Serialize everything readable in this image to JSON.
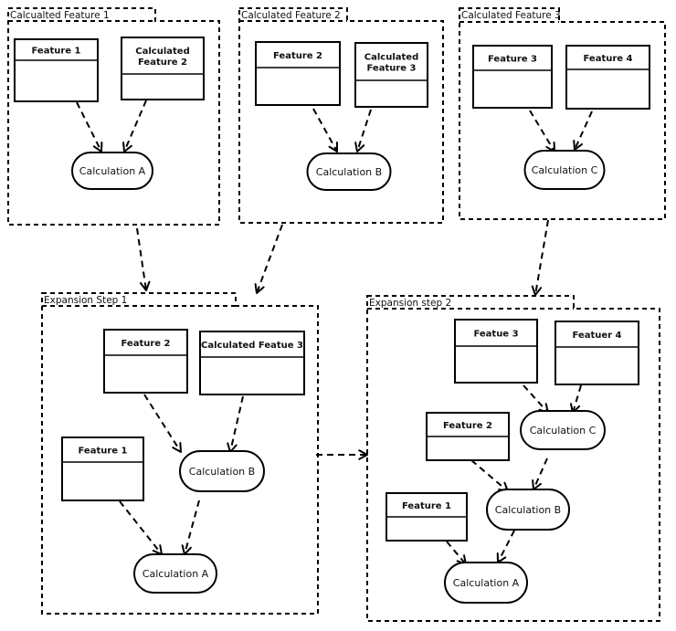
{
  "groups": {
    "cf1": {
      "title": "Calcualted Feature 1"
    },
    "cf2": {
      "title": "Calculated Feature 2"
    },
    "cf3": {
      "title": "Calculated Feature 3"
    },
    "es1": {
      "title": "Expansion Step 1"
    },
    "es2": {
      "title": "Expansion step 2"
    }
  },
  "boxes": {
    "cf1_feature1": [
      "Feature 1"
    ],
    "cf1_calcfeat2": [
      "Calculated",
      "Feature 2"
    ],
    "cf2_feature2": [
      "Feature 2"
    ],
    "cf2_calcfeat3": [
      "Calculated",
      "Feature 3"
    ],
    "cf3_feature3": [
      "Feature 3"
    ],
    "cf3_feature4": [
      "Feature 4"
    ],
    "es1_feature2": [
      "Feature 2"
    ],
    "es1_calcfeat3": [
      "Calculated Featue 3"
    ],
    "es1_feature1": [
      "Feature 1"
    ],
    "es2_featue3": [
      "Featue 3"
    ],
    "es2_featuer4": [
      "Featuer 4"
    ],
    "es2_feature2": [
      "Feature 2"
    ],
    "es2_feature1": [
      "Feature 1"
    ]
  },
  "calcs": {
    "cf1_calcA": "Calculation A",
    "cf2_calcB": "Calculation B",
    "cf3_calcC": "Calculation C",
    "es1_calcB": "Calculation B",
    "es1_calcA": "Calculation A",
    "es2_calcC": "Calculation C",
    "es2_calcB": "Calculation B",
    "es2_calcA": "Calculation A"
  }
}
